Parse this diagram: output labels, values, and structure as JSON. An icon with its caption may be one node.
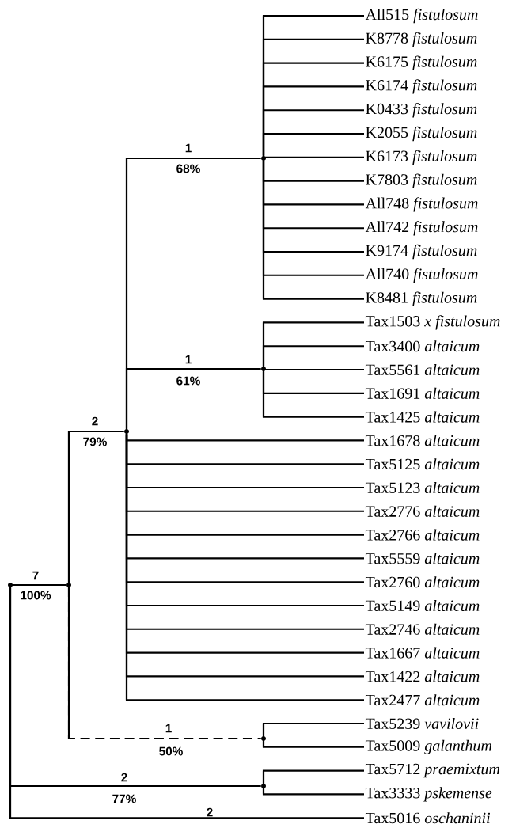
{
  "diagram": {
    "nodes": [
      {
        "text": [
          "All515",
          "fistulosum"
        ]
      },
      {
        "text": [
          "K8778",
          "fistulosum"
        ]
      },
      {
        "text": [
          "K6175",
          "fistulosum"
        ]
      },
      {
        "text": [
          "K6174",
          "fistulosum"
        ]
      },
      {
        "text": [
          "K0433",
          "fistulosum"
        ]
      },
      {
        "text": [
          "K2055",
          "fistulosum"
        ]
      },
      {
        "text": [
          "K6173",
          "fistulosum"
        ]
      },
      {
        "text": [
          "K7803",
          "fistulosum"
        ]
      },
      {
        "text": [
          "All748",
          "fistulosum"
        ]
      },
      {
        "text": [
          "All742",
          "fistulosum"
        ]
      },
      {
        "text": [
          "K9174",
          "fistulosum"
        ]
      },
      {
        "text": [
          "All740",
          "fistulosum"
        ]
      },
      {
        "text": [
          "K8481",
          "fistulosum"
        ]
      },
      {
        "text": [
          "Tax1503",
          "x fistulosum"
        ]
      },
      {
        "text": [
          "Tax3400",
          "altaicum"
        ]
      },
      {
        "text": [
          "Tax5561",
          "altaicum"
        ]
      },
      {
        "text": [
          "Tax1691",
          "altaicum"
        ]
      },
      {
        "text": [
          "Tax1425",
          "altaicum"
        ]
      },
      {
        "text": [
          "Tax1678",
          "altaicum"
        ]
      },
      {
        "text": [
          "Tax5125",
          "altaicum"
        ]
      },
      {
        "text": [
          "Tax5123",
          "altaicum"
        ]
      },
      {
        "text": [
          "Tax2776",
          "altaicum"
        ]
      },
      {
        "text": [
          "Tax2766",
          "altaicum"
        ]
      },
      {
        "text": [
          "Tax5559",
          "altaicum"
        ]
      },
      {
        "text": [
          "Tax2760",
          "altaicum"
        ]
      },
      {
        "text": [
          "Tax5149",
          "altaicum"
        ]
      },
      {
        "text": [
          "Tax2746",
          "altaicum"
        ]
      },
      {
        "text": [
          "Tax1667",
          "altaicum"
        ]
      },
      {
        "text": [
          "Tax1422",
          "altaicum"
        ]
      },
      {
        "text": [
          "Tax2477",
          "altaicum"
        ]
      },
      {
        "text": [
          "Tax5239",
          "vavilovii"
        ]
      },
      {
        "text": [
          "Tax5009",
          "galanthum"
        ]
      },
      {
        "text": [
          "Tax5712",
          "praemixtum"
        ]
      },
      {
        "text": [
          "Tax3333",
          "pskemense"
        ]
      },
      {
        "text": [
          "Tax5016",
          "oschaninii"
        ]
      },
      {
        "text": [],
        "shape": "point"
      },
      {
        "text": [],
        "shape": "point"
      },
      {
        "text": [],
        "shape": "point"
      },
      {
        "text": [],
        "shape": "point"
      },
      {
        "text": [],
        "shape": "point"
      },
      {
        "text": [],
        "shape": "point"
      },
      {
        "text": [],
        "shape": "point"
      }
    ],
    "edges": [
      {
        "from": 35,
        "to": 36,
        "arrow": "none",
        "label": "7"
      },
      {
        "from": 35,
        "to": 41,
        "arrow": "none",
        "label": "2"
      },
      {
        "from": 35,
        "to": 34,
        "arrow": "none",
        "label": "2"
      },
      {
        "from": 36,
        "to": 37,
        "arrow": "none",
        "label": "2"
      },
      {
        "from": 36,
        "to": 40,
        "arrow": "none",
        "label": "1",
        "style": "dashed"
      },
      {
        "from": 37,
        "to": 38,
        "arrow": "none",
        "label": "1"
      },
      {
        "from": 37,
        "to": 39,
        "arrow": "none",
        "label": "1"
      },
      {
        "from": 37,
        "to": 18,
        "arrow": "none"
      },
      {
        "from": 37,
        "to": 19,
        "arrow": "none"
      },
      {
        "from": 37,
        "to": 20,
        "arrow": "none"
      },
      {
        "from": 37,
        "to": 21,
        "arrow": "none"
      },
      {
        "from": 37,
        "to": 22,
        "arrow": "none"
      },
      {
        "from": 37,
        "to": 23,
        "arrow": "none"
      },
      {
        "from": 37,
        "to": 24,
        "arrow": "none"
      },
      {
        "from": 37,
        "to": 25,
        "arrow": "none"
      },
      {
        "from": 37,
        "to": 26,
        "arrow": "none"
      },
      {
        "from": 37,
        "to": 27,
        "arrow": "none"
      },
      {
        "from": 37,
        "to": 28,
        "arrow": "none"
      },
      {
        "from": 37,
        "to": 29,
        "arrow": "none"
      },
      {
        "from": 38,
        "to": 0,
        "arrow": "none"
      },
      {
        "from": 38,
        "to": 1,
        "arrow": "none"
      },
      {
        "from": 38,
        "to": 2,
        "arrow": "none"
      },
      {
        "from": 38,
        "to": 3,
        "arrow": "none"
      },
      {
        "from": 38,
        "to": 4,
        "arrow": "none"
      },
      {
        "from": 38,
        "to": 5,
        "arrow": "none"
      },
      {
        "from": 38,
        "to": 6,
        "arrow": "none"
      },
      {
        "from": 38,
        "to": 7,
        "arrow": "none"
      },
      {
        "from": 38,
        "to": 8,
        "arrow": "none"
      },
      {
        "from": 38,
        "to": 9,
        "arrow": "none"
      },
      {
        "from": 38,
        "to": 10,
        "arrow": "none"
      },
      {
        "from": 38,
        "to": 11,
        "arrow": "none"
      },
      {
        "from": 38,
        "to": 12,
        "arrow": "none"
      },
      {
        "from": 39,
        "to": 13,
        "arrow": "none"
      },
      {
        "from": 39,
        "to": 14,
        "arrow": "none"
      },
      {
        "from": 39,
        "to": 15,
        "arrow": "none"
      },
      {
        "from": 39,
        "to": 16,
        "arrow": "none"
      },
      {
        "from": 39,
        "to": 17,
        "arrow": "none"
      },
      {
        "from": 40,
        "to": 30,
        "arrow": "none"
      },
      {
        "from": 40,
        "to": 31,
        "arrow": "none"
      },
      {
        "from": 41,
        "to": 32,
        "arrow": "none"
      },
      {
        "from": 41,
        "to": 33,
        "arrow": "none"
      }
    ],
    "labels": [
      "68%",
      "61%",
      "79%",
      "100%",
      "50%",
      "77%"
    ]
  }
}
